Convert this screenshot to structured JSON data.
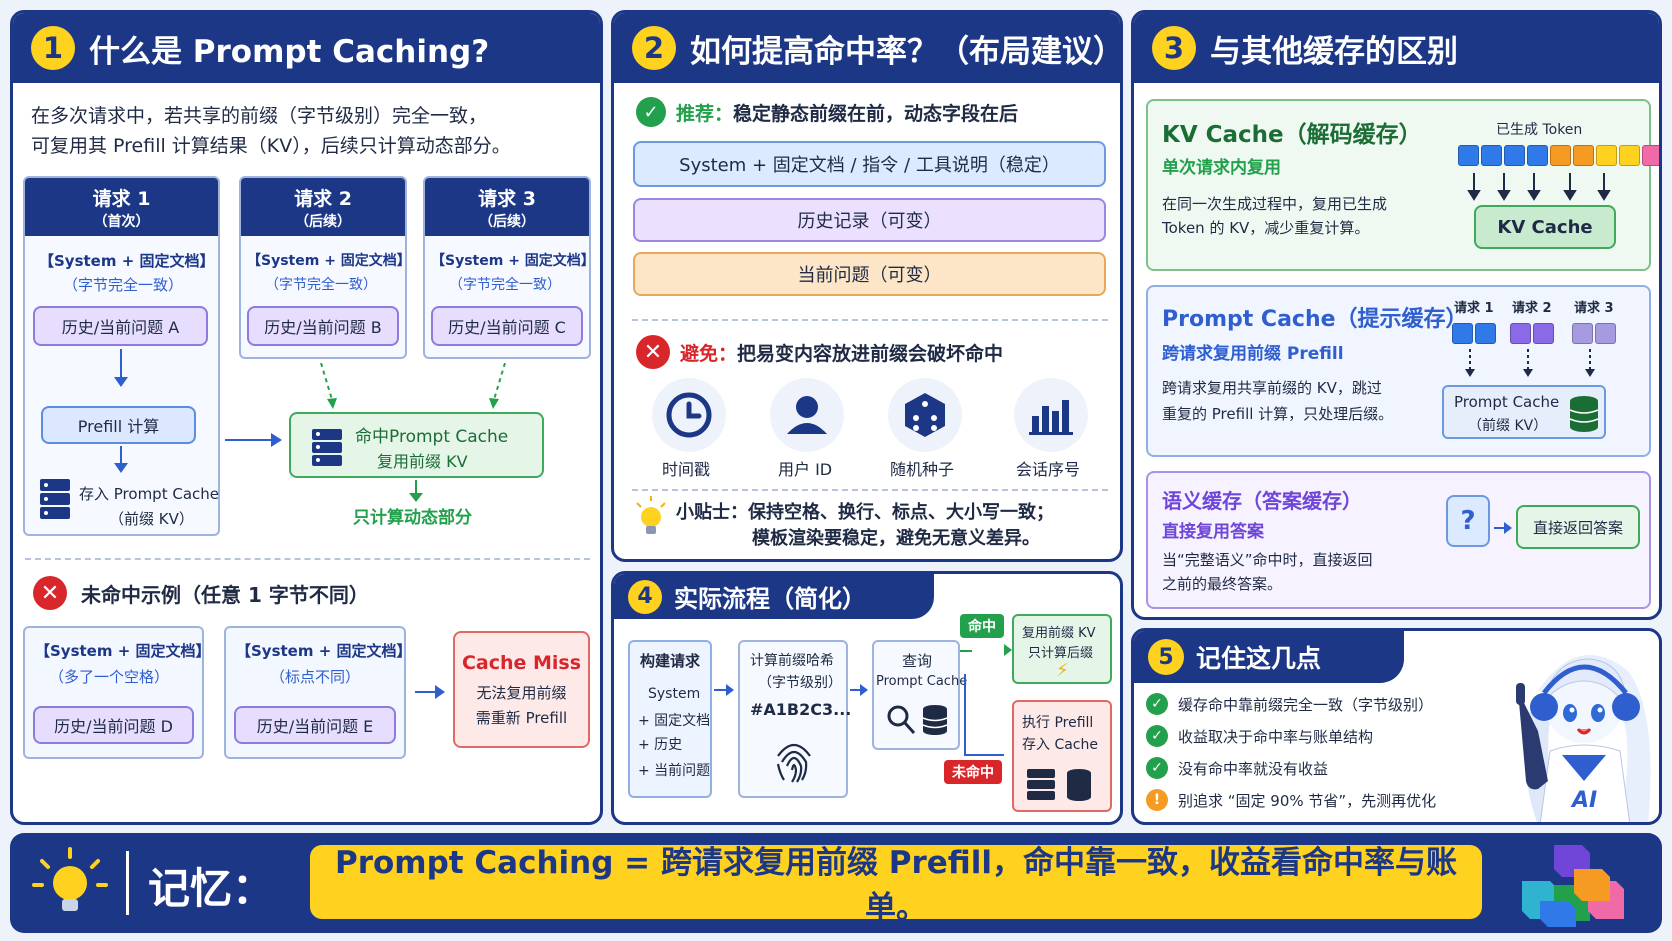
{
  "p1": {
    "num": "1",
    "title": "什么是 Prompt Caching?",
    "intro1": "在多次请求中，若共享的前缀（字节级别）完全一致，",
    "intro2": "可复用其 Prefill 计算结果（KV），后续只计算动态部分。",
    "req": [
      {
        "h1": "请求 1",
        "h2": "（首次）",
        "a": "【System + 固定文档】",
        "b": "（字节完全一致）",
        "c": "历史/当前问题 A"
      },
      {
        "h1": "请求 2",
        "h2": "（后续）",
        "a": "【System + 固定文档】",
        "b": "（字节完全一致）",
        "c": "历史/当前问题 B"
      },
      {
        "h1": "请求 3",
        "h2": "（后续）",
        "a": "【System + 固定文档】",
        "b": "（字节完全一致）",
        "c": "历史/当前问题 C"
      }
    ],
    "prefill": "Prefill 计算",
    "store1": "存入 Prompt Cache",
    "store2": "（前缀 KV）",
    "hit1": "命中Prompt Cache",
    "hit2": "复用前缀 KV",
    "dyn": "只计算动态部分",
    "miss_title": "未命中示例（任意 1 字节不同）",
    "m1a": "【System + 固定文档】",
    "m1b": "（多了一个空格）",
    "m1c": "历史/当前问题 D",
    "m2a": "【System + 固定文档】",
    "m2b": "（标点不同）",
    "m2c": "历史/当前问题 E",
    "cm1": "Cache Miss",
    "cm2": "无法复用前缀",
    "cm3": "需重新 Prefill"
  },
  "p2": {
    "num": "2",
    "title": "如何提高命中率？（布局建议）",
    "rec_l": "推荐：",
    "rec_t": "稳定静态前缀在前，动态字段在后",
    "l1": "System + 固定文档 / 指令 / 工具说明（稳定）",
    "l2": "历史记录（可变）",
    "l3": "当前问题（可变）",
    "av_l": "避免：",
    "av_t": "把易变内容放进前缀会破坏命中",
    "icons": [
      "时间戳",
      "用户 ID",
      "随机种子",
      "会话序号"
    ],
    "tip1": "小贴士：保持空格、换行、标点、大小写一致；",
    "tip2": "模板渲染要稳定，避免无意义差异。"
  },
  "p3": {
    "num": "3",
    "title": "与其他缓存的区别",
    "kv_t": "KV Cache（解码缓存）",
    "kv_s": "单次请求内复用",
    "kv_d1": "在同一次生成过程中，复用已生成",
    "kv_d2": "Token 的 KV，减少重复计算。",
    "kv_tok": "已生成 Token",
    "kv_box": "KV Cache",
    "pc_t": "Prompt Cache（提示缓存）",
    "pc_s": "跨请求复用前缀 Prefill",
    "pc_d1": "跨请求复用共享前缀的 KV，跳过",
    "pc_d2": "重复的 Prefill 计算，只处理后缀。",
    "pc_r": [
      "请求 1",
      "请求 2",
      "请求 3"
    ],
    "pc_b1": "Prompt Cache",
    "pc_b2": "（前缀 KV）",
    "sc_t": "语义缓存（答案缓存）",
    "sc_s": "直接复用答案",
    "sc_d1": "当“完整语义”命中时，直接返回",
    "sc_d2": "之前的最终答案。",
    "sc_q": "?",
    "sc_ret": "直接返回答案"
  },
  "p4": {
    "num": "4",
    "title": "实际流程（简化）",
    "b1t": "构建请求",
    "b1": [
      "System",
      "+ 固定文档",
      "+ 历史",
      "+ 当前问题"
    ],
    "b2a": "计算前缀哈希",
    "b2b": "（字节级别）",
    "b2c": "#A1B2C3...",
    "b3a": "查询",
    "b3b": "Prompt Cache",
    "hit": "命中",
    "hit1": "复用前缀 KV",
    "hit2": "只计算后缀",
    "miss": "未命中",
    "miss1": "执行 Prefill",
    "miss2": "存入 Cache"
  },
  "p5": {
    "num": "5",
    "title": "记住这几点",
    "items": [
      "缓存命中靠前缀完全一致（字节级别）",
      "收益取决于命中率与账单结构",
      "没有命中率就没有收益",
      "别追求 “固定 90% 节省”，先测再优化"
    ],
    "ai": "AI"
  },
  "footer": {
    "label": "记忆：",
    "text": "Prompt Caching = 跨请求复用前缀 Prefill，命中靠一致，收益看命中率与账单。"
  },
  "colors": {
    "navy": "#1d3787",
    "yellow": "#ffd21f",
    "green": "#22a04b",
    "red": "#d9262b"
  }
}
